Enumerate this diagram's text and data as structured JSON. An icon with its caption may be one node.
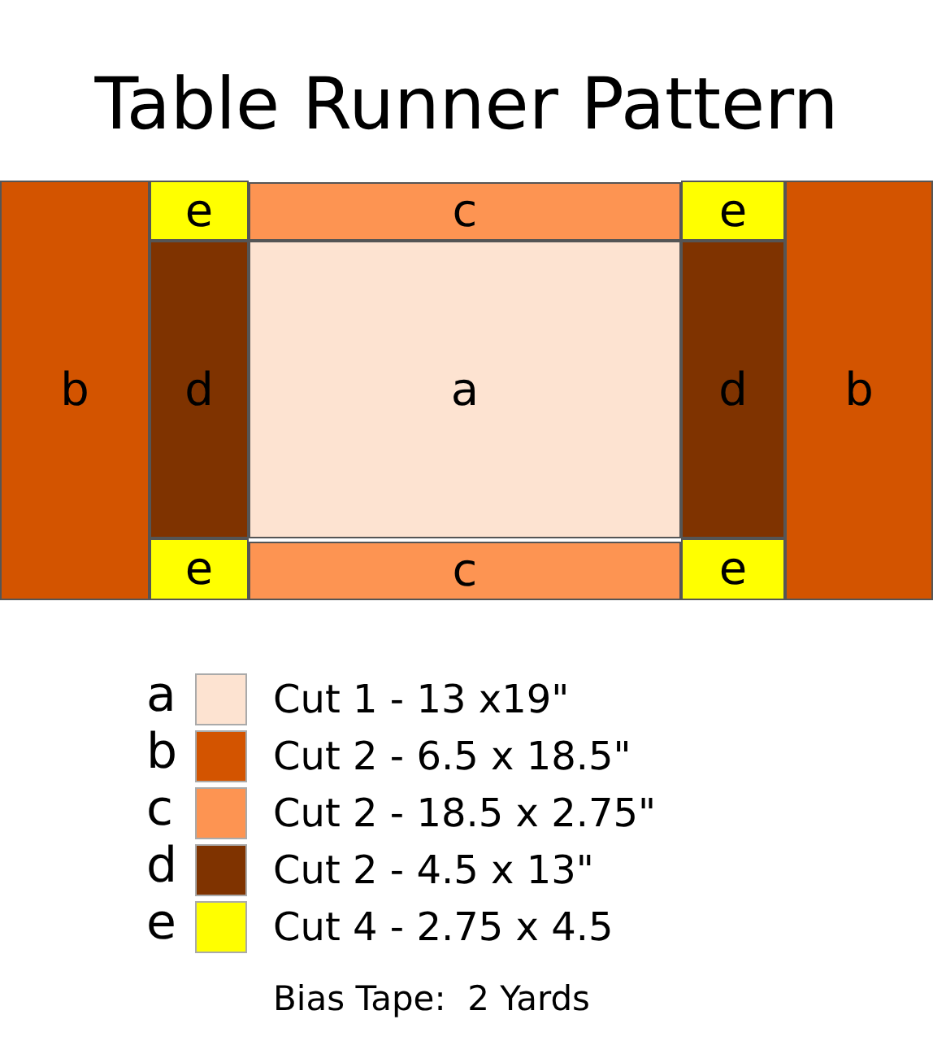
{
  "diagram": {
    "title": "Table Runner Pattern",
    "nodes": [
      {
        "text": [
          "b"
        ]
      },
      {
        "text": [
          "e"
        ]
      },
      {
        "text": [
          "c"
        ]
      },
      {
        "text": [
          "e"
        ]
      },
      {
        "text": [
          "b"
        ]
      },
      {
        "text": [
          "d"
        ]
      },
      {
        "text": [
          "a"
        ]
      },
      {
        "text": [
          "d"
        ]
      },
      {
        "text": [
          "e"
        ]
      },
      {
        "text": [
          "c"
        ]
      },
      {
        "text": [
          "e"
        ]
      }
    ],
    "edges": [],
    "labels": [
      "a",
      "b",
      "c",
      "d",
      "e",
      "Bias Tape:  2 Yards"
    ],
    "legend": [
      {
        "text": "Cut 1 - 13 x19\"",
        "color": "#fde3d1"
      },
      {
        "text": "Cut 2 - 6.5 x 18.5\"",
        "color": "#d35400"
      },
      {
        "text": "Cut 2 - 18.5 x 2.75\"",
        "color": "#fd9452"
      },
      {
        "text": "Cut 2 - 4.5 x 13\"",
        "color": "#7f3300"
      },
      {
        "text": "Cut 4 - 2.75 x 4.5",
        "color": "#ffff00"
      }
    ]
  }
}
